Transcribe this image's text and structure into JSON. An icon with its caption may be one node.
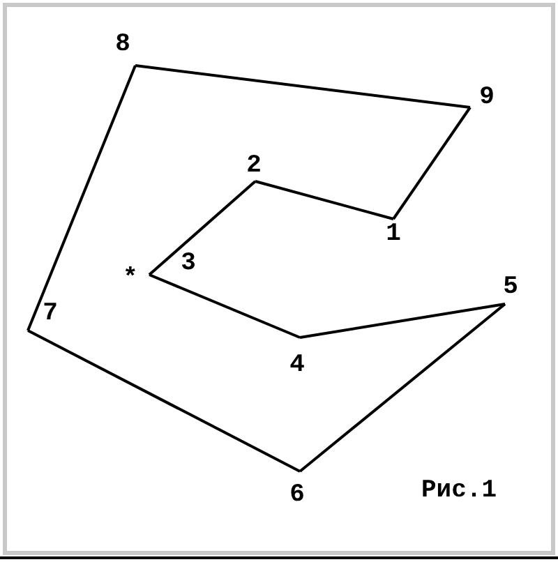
{
  "diagram": {
    "caption": "Рис.1",
    "nodes": [
      {
        "text": [
          "1"
        ]
      },
      {
        "text": [
          "2"
        ]
      },
      {
        "text": [
          "3"
        ]
      },
      {
        "text": [
          "4"
        ]
      },
      {
        "text": [
          "5"
        ]
      },
      {
        "text": [
          "6"
        ]
      },
      {
        "text": [
          "7"
        ]
      },
      {
        "text": [
          "8"
        ]
      },
      {
        "text": [
          "9"
        ]
      }
    ],
    "edges": [
      {
        "from": 0,
        "to": 1,
        "arrow": "none"
      },
      {
        "from": 1,
        "to": 2,
        "arrow": "none"
      },
      {
        "from": 2,
        "to": 3,
        "arrow": "none"
      },
      {
        "from": 3,
        "to": 4,
        "arrow": "none"
      },
      {
        "from": 4,
        "to": 5,
        "arrow": "none"
      },
      {
        "from": 5,
        "to": 6,
        "arrow": "none"
      },
      {
        "from": 6,
        "to": 7,
        "arrow": "none"
      },
      {
        "from": 7,
        "to": 8,
        "arrow": "none"
      },
      {
        "from": 8,
        "to": 0,
        "arrow": "none"
      }
    ],
    "labels": [
      "*"
    ]
  }
}
